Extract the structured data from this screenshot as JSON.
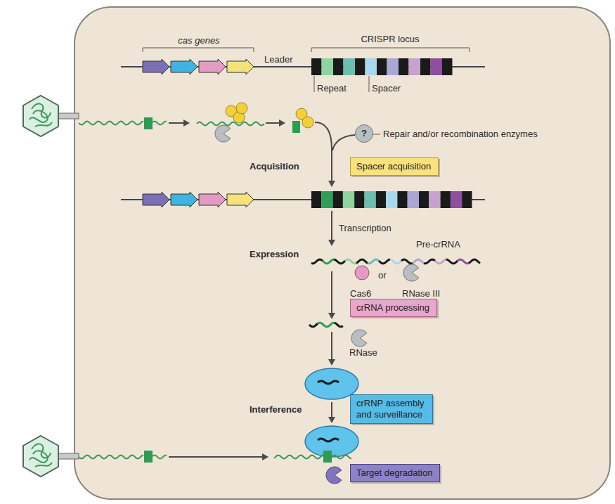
{
  "diagram": {
    "nodes": [
      {
        "text": [
          "?"
        ]
      },
      {
        "text": [
          "Spacer acquisition"
        ]
      },
      {
        "text": [
          "crRNA processing"
        ]
      },
      {
        "text": [
          "crRNP assembly and surveillance"
        ]
      },
      {
        "text": [
          "Target degradation"
        ]
      }
    ],
    "labels": [
      "cas genes",
      "Leader",
      "CRISPR locus",
      "Repeat",
      "Spacer",
      "Repair and/or recombination enzymes",
      "Acquisition",
      "Transcription",
      "Expression",
      "Pre-crRNA",
      "Cas6",
      "or",
      "RNase III",
      "RNase",
      "Interference"
    ]
  }
}
